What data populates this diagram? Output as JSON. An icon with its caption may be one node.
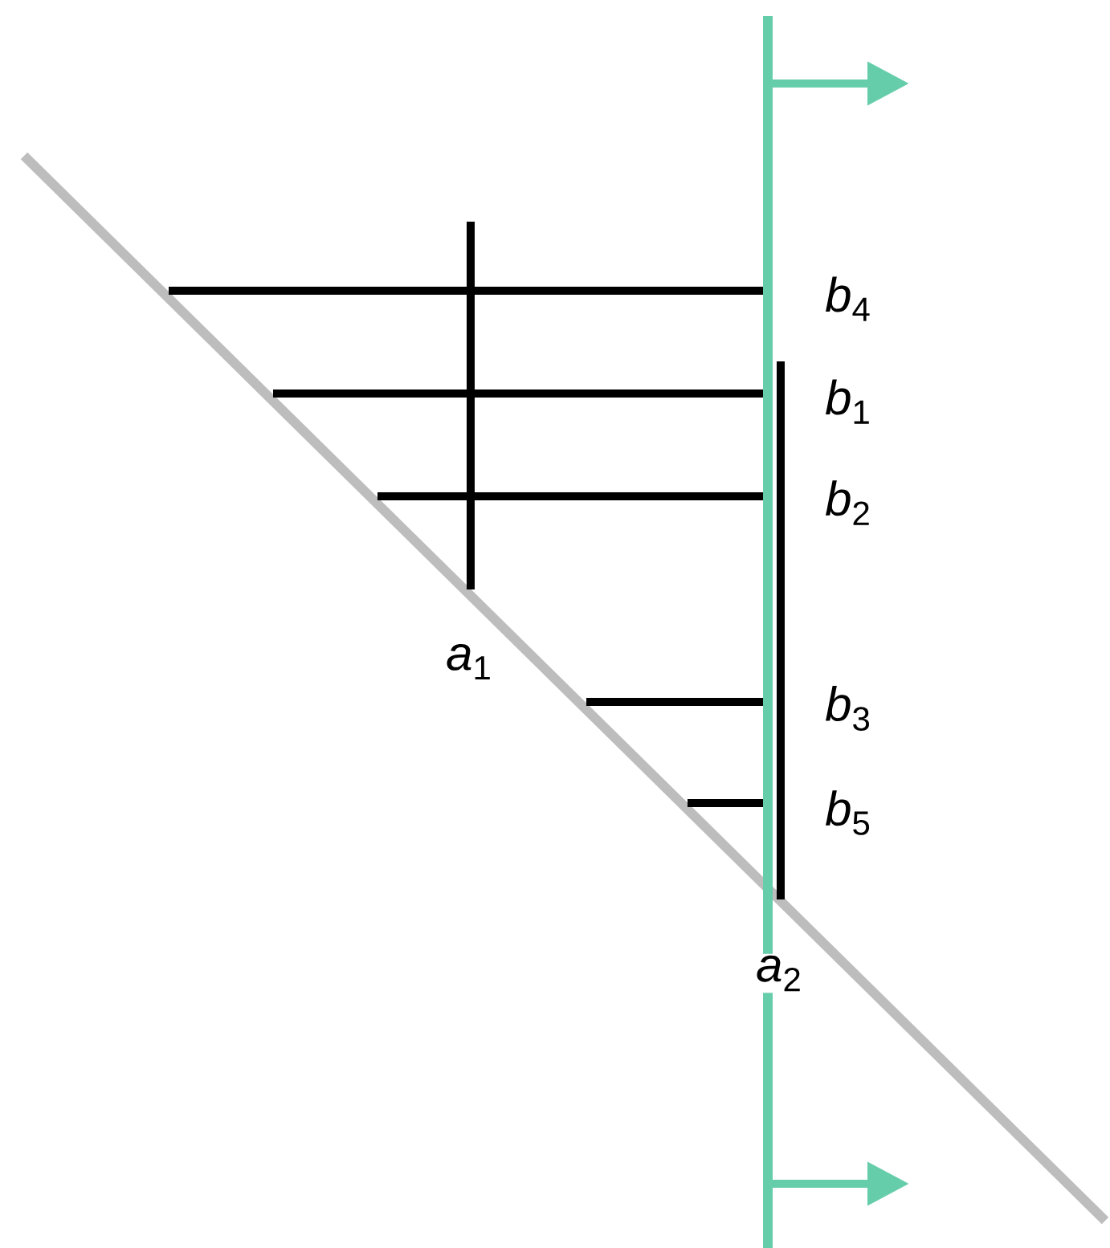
{
  "diagram": {
    "labels": [
      "*b*$_{4}$",
      "*b*$_{1}$",
      "*b*$_{2}$",
      "*a*$_{1}$",
      "*b*$_{3}$",
      "*b*$_{5}$",
      "*a*$_{2}$"
    ]
  }
}
